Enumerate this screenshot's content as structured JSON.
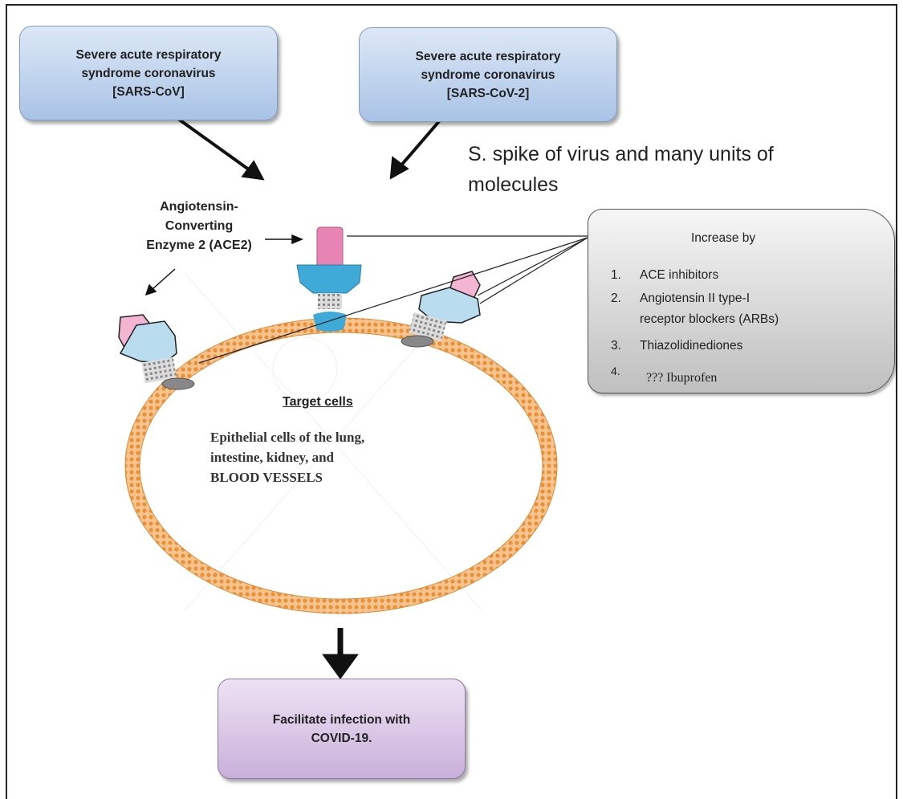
{
  "boxes": {
    "sars_cov": {
      "lines": [
        "Severe acute respiratory",
        "syndrome coronavirus",
        "[SARS-CoV]"
      ]
    },
    "sars_cov2": {
      "lines": [
        "Severe acute respiratory",
        "syndrome coronavirus",
        "[SARS-CoV-2]"
      ]
    },
    "outcome": {
      "lines": [
        "Facilitate infection with",
        "COVID-19."
      ]
    }
  },
  "spike_label": {
    "lines": [
      "S. spike of virus and many units of",
      "molecules"
    ]
  },
  "ace2_label": {
    "lines": [
      "Angiotensin-",
      "Converting",
      "Enzyme 2 (ACE2)"
    ]
  },
  "increase_box": {
    "title": "Increase by",
    "items": [
      {
        "num": "1.",
        "lines": [
          "ACE inhibitors"
        ]
      },
      {
        "num": "2.",
        "lines": [
          "Angiotensin II type-I",
          "receptor blockers (ARBs)"
        ]
      },
      {
        "num": "3.",
        "lines": [
          "Thiazolidinediones"
        ]
      },
      {
        "num": "4.",
        "lines": [
          "??? Ibuprofen"
        ]
      }
    ]
  },
  "cell": {
    "title": "Target cells",
    "lines": [
      "Epithelial cells of the lung,",
      "intestine, kidney, and",
      "BLOOD VESSELS"
    ]
  },
  "colors": {
    "membrane": "#f0a04b",
    "receptor_blue": "#3fa9d8",
    "spike_pink": "#e884b4",
    "light_blue": "#b9dcef"
  }
}
